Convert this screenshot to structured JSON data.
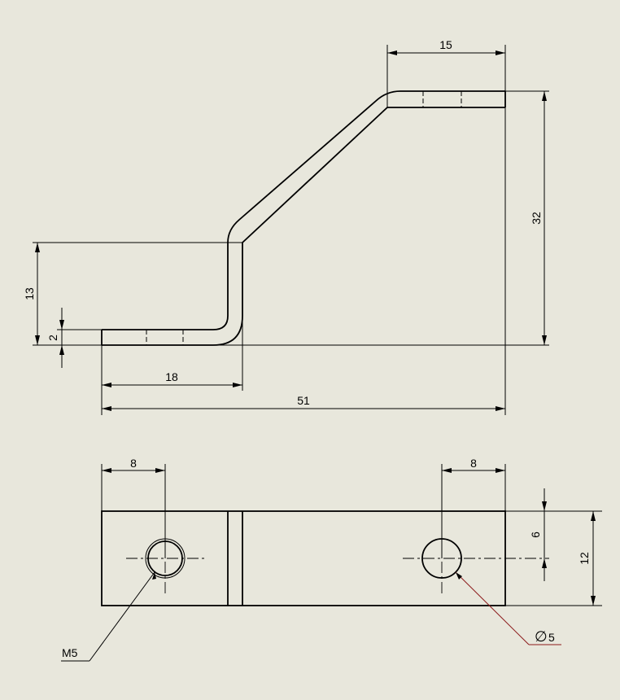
{
  "dimensions": {
    "side_top_width": "15",
    "side_height": "32",
    "side_step_height": "13",
    "side_thickness": "2",
    "side_bottom_length": "18",
    "side_total_length": "51",
    "top_left_hole_offset": "8",
    "top_right_hole_offset": "8",
    "top_hole_center_from_top": "6",
    "top_width": "12"
  },
  "callouts": {
    "thread": "M5",
    "hole_symbol": "∅",
    "hole_size": "5"
  },
  "colors": {
    "background": "#e8e7dc",
    "line": "#000000",
    "leader_red": "#8b1a1a"
  }
}
